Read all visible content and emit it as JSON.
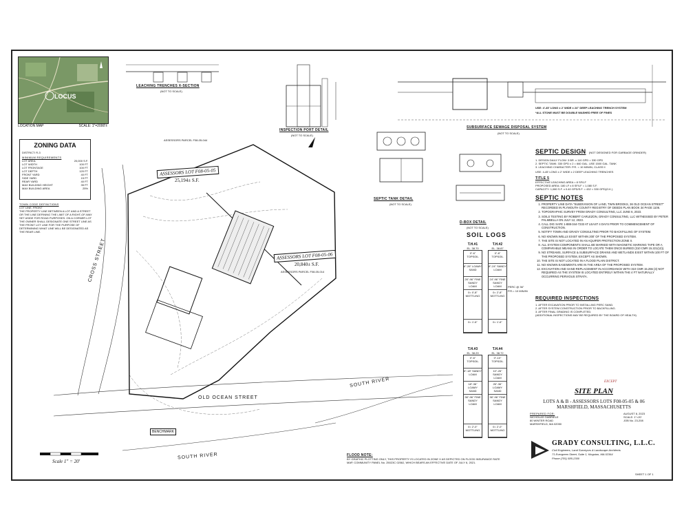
{
  "map": {
    "locus": "LOCUS",
    "location_label": "LOCATION MAP",
    "scale_label": "SCALE: 1\"=2000'±"
  },
  "zoning": {
    "title": "ZONING   DATA",
    "district": "DISTRICT: R-3",
    "req_heading": "MINIMUM REQUIREMENTS",
    "rows": [
      {
        "k": "LOT AREA",
        "v": "20,000 S.F."
      },
      {
        "k": "LOT WIDTH",
        "v": "100 FT"
      },
      {
        "k": "LOT FRONTAGE",
        "v": "100 FT"
      },
      {
        "k": "LOT DEPTH",
        "v": "120 FT"
      },
      {
        "k": "FRONT YARD",
        "v": "40 FT"
      },
      {
        "k": "SIDE YARD",
        "v": "15 FT"
      },
      {
        "k": "REAR YARD",
        "v": "40 FT"
      },
      {
        "k": "MAX BUILDING HEIGHT",
        "v": "35 FT"
      },
      {
        "k": "MAX BUILDING AREA",
        "v": "25%"
      }
    ],
    "defs_heading": "TOWN CODE DEFINITIONS",
    "defs_sub": "LOT LINE, FRONT",
    "defs_text": "THE PROPERTY LINE BETWEEN A LOT AND A STREET OR THE LINE DEFINING THE LIMIT OF A RIGHT-OF-WAY SET ASIDE FOR ROAD PURPOSES. ON A CORNER LOT THE OWNER SHALL DESIGNATE ONE STREET LINE AS THE FRONT LOT LINE FOR THE PURPOSE OF DETERMINING WHAT LINE WILL BE DESIGNATED AS THE REAR LINE."
  },
  "details": {
    "leaching_trenches": "LEACHING TRENCHES X-SECTION",
    "inspection_port": "INSPECTION PORT DETAIL",
    "septic_tank": "SEPTIC TANK DETAIL",
    "dbox": "D-BOX DETAIL",
    "subsurface": "SUBSURFACE SEWAGE DISPOSAL SYSTEM",
    "not_to_scale": "(NOT TO SCALE)",
    "leach_note_1": "USE: 4'-45' LONG x 2' WIDE x 24\" DEEP LEACHING TRENCH SYSTEM",
    "leach_note_2": "*ALL STONE MUST BE DOUBLE WASHED FREE OF FINES"
  },
  "site": {
    "cross_street": "CROSS STREET",
    "old_ocean_street": "OLD OCEAN STREET",
    "south_river_1": "SOUTH RIVER",
    "south_river_2": "SOUTH RIVER",
    "lot05_label": "ASSESSORS LOT F08-05-05",
    "lot05_area": "25,194± S.F.",
    "lot06_label": "ASSESSORS LOT F08-05-06",
    "lot06_area": "20,840± S.F.",
    "abutter_north": "ASSESSORS PARCEL F08-05-044",
    "abutter_east": "ASSESSORS PARCEL F08-05-014",
    "benchmark": "BENCHMARK",
    "scale": "Scale 1\" = 20'"
  },
  "septic_design": {
    "title": "SEPTIC DESIGN",
    "subtitle": "(NOT DESIGNED FOR GARBAGE GRINDER)",
    "lines": [
      "1. DESIGN DAILY FLOW: 3 BR. x 110 GPD = 330 GPD",
      "2. SEPTIC TANK: 330 GPD x 2 = 660 GAL. USE 1500 GAL. TANK",
      "3. LEACHING CHARACTER: P.R. = 10 MIN/IN, CLASS II"
    ],
    "use_line": "USE: 4-45' LONG x 2' WIDE x 2 DEEP LEACHING TRENCHES",
    "title5": "TITLE 5",
    "rate": "EFFECTIVE LEACHING AREA = 8 SF/LF",
    "proposed": "PROPOSED AREA:   180 LF x 8 SF/LF = 1,080 S.F.",
    "capacity": "CAPACITY:   1,080 S.F. x 0.40 GPD/S.F. = 432 > 330 GPD(O.K.)"
  },
  "septic_notes": {
    "title": "SEPTIC NOTES",
    "items": [
      "PROPERTY LINE DATA \"SUBDIVISION OF LAND, TWIN BROOKS, 36 OLD OCEAN STREET\" RECORDED IN PLYMOUTH COUNTY REGISTRY OF DEEDS PLAN BOOK 34 PAGE 1106.",
      "TOPOGRAPHIC SURVEY FROM GRADY CONSULTING, LLC JUNE 6, 2023.",
      "SOILS TESTING BY ROBERT CARLEZON, GRADY CONSULTING, LLC WITNESSED BY PETER PALMBELLA ON JULY 12, 2023.",
      "CALL DIG SAFE 1-888-344-7233 AT LEAST 4 DAYS PRIOR TO COMMENCEMENT OF CONSTRUCTION.",
      "NOTIFY TOWN AND GRADY CONSULTING PRIOR TO BACKFILLING OF SYSTEM.",
      "NO KNOWN WELLS EXIST WITHIN 200' OF THE PROPOSED SYSTEM.",
      "THE SITE IS NOT LOCATED IN AN AQUIFER PROTECTION ZONE II.",
      "ALL SYSTEM COMPONENTS SHALL BE MARKED WITH MAGNETIC MARKING TAPE OR A COMPARABLE MEANS IN ORDER TO LOCATE THEM ONCE BURIED (310 CMR 15.221(12)).",
      "NO STREAMS, SURFACE & SUBSURFACE DRAINS AND WETLANDS EXIST WITHIN 100 FT OF THE PROPOSED SYSTEM, EXCEPT AS SHOWN.",
      "THE SITE IS NOT LOCATED IN A FLOOD PLAIN DISTRICT.",
      "NO KNOWN EASEMENTS ARE IN THE AREA OF THE PROPOSED SYSTEM.",
      "EXCAVATION AND SAND REPLACEMENT IN ACCORDANCE WITH 310 CMR 15.255 (3) NOT REQUIRED AS THE SYSTEM IS LOCATED ENTIRELY WITHIN THE 4 FT NATURALLY OCCURRING PERVIOUS STRATA."
    ]
  },
  "inspections": {
    "title": "REQUIRED INSPECTIONS",
    "items": [
      "1. AFTER EXCAVATION PRIOR TO INSTALLING PERC SAND.",
      "2. AFTER SYSTEM CONSTRUCTION PRIOR TO BACKFILLING.",
      "3. AFTER FINAL GRADING IS COMPLETED.",
      "(ADDITIONAL INSPECTIONS MAY BE REQUIRED BY THE BOARD OF HEALTH)"
    ]
  },
  "soil": {
    "title": "SOIL   LOGS",
    "logs": [
      {
        "id": "T.H.#1",
        "el": "EL. 38.70",
        "rows": [
          "0\"-6\" TOPSOIL",
          "6\"-26\" LOAMY SAND",
          "26\"-96\" FINE SANDY LOAM",
          "0= 0'-8\" MOTTLING",
          "0= 1'-6\""
        ]
      },
      {
        "id": "T.H.#2",
        "el": "EL. 38.87",
        "rows": [
          "0\"-8\" TOPSOIL",
          "8\"-24\" SANDY LOAM",
          "24\"-96\" FINE SANDY LOAM",
          "0= 2'-8\" MOTTLING",
          "0= 1'-6\""
        ]
      },
      {
        "id": "T.H.#3",
        "el": "EL. 38.29",
        "rows": [
          "0\"-6\" TOPSOIL",
          "6\"-18\" SANDY LOAM",
          "18\"-36\" LOAMY SAND",
          "36\"-96\" FINE SANDY LOAM",
          "0= 2'-0\" MOTTLING"
        ]
      },
      {
        "id": "T.H.#4",
        "el": "EL. 38.72",
        "rows": [
          "0\"-10\" TOPSOIL",
          "10\"-26\" SANDY LOAM",
          "26\"-36\" LOAMY SAND",
          "36\"-96\" FINE SANDY LOAM",
          "0= 2'-0\" MOTTLING"
        ]
      }
    ],
    "perc_label": "PERC @ 36\"",
    "perc_rate": "P.R.= 10 MIN/IN"
  },
  "title_block": {
    "site_plan": "SITE PLAN",
    "except": "EXCEPT",
    "lots": "LOTS A & B - ASSESSORS LOTS F08-05-05 & 06",
    "town": "MARSHFIELD, MASSACHUSETTS"
  },
  "flood": {
    "title": "FLOOD NOTE:",
    "text": "BY GRAPHIC PLOTTING ONLY, THIS PROPERTY IS LOCATED IN ZONE X AS DEPICTED ON FLOOD INSURANCE RATE MAP, COMMUNITY PANEL No. 25023C 0208J, WHICH BEARS AN EFFECTIVE DATE OF JULY 6, 2021."
  },
  "firm": {
    "name": "GRADY CONSULTING, L.L.C.",
    "sub": "Civil Engineers, Land Surveyors & Landscape Architects",
    "address": "71 Evergreen Street, Suite 1, Kingston, MA  02364",
    "phone": "Phone (781) 585-2300",
    "prepared_for": "PREPARED FOR:",
    "client": "NICHOLAS GABRIELE",
    "client_addr": "80 WINTER ROAD",
    "client_town": "MARSHFIELD, MA 02050",
    "date": "AUGUST 8, 2023",
    "scale": "SCALE: 1\"=20'",
    "job": "JOB No. 23-208",
    "sheet": "SHEET 1  OF  1"
  }
}
